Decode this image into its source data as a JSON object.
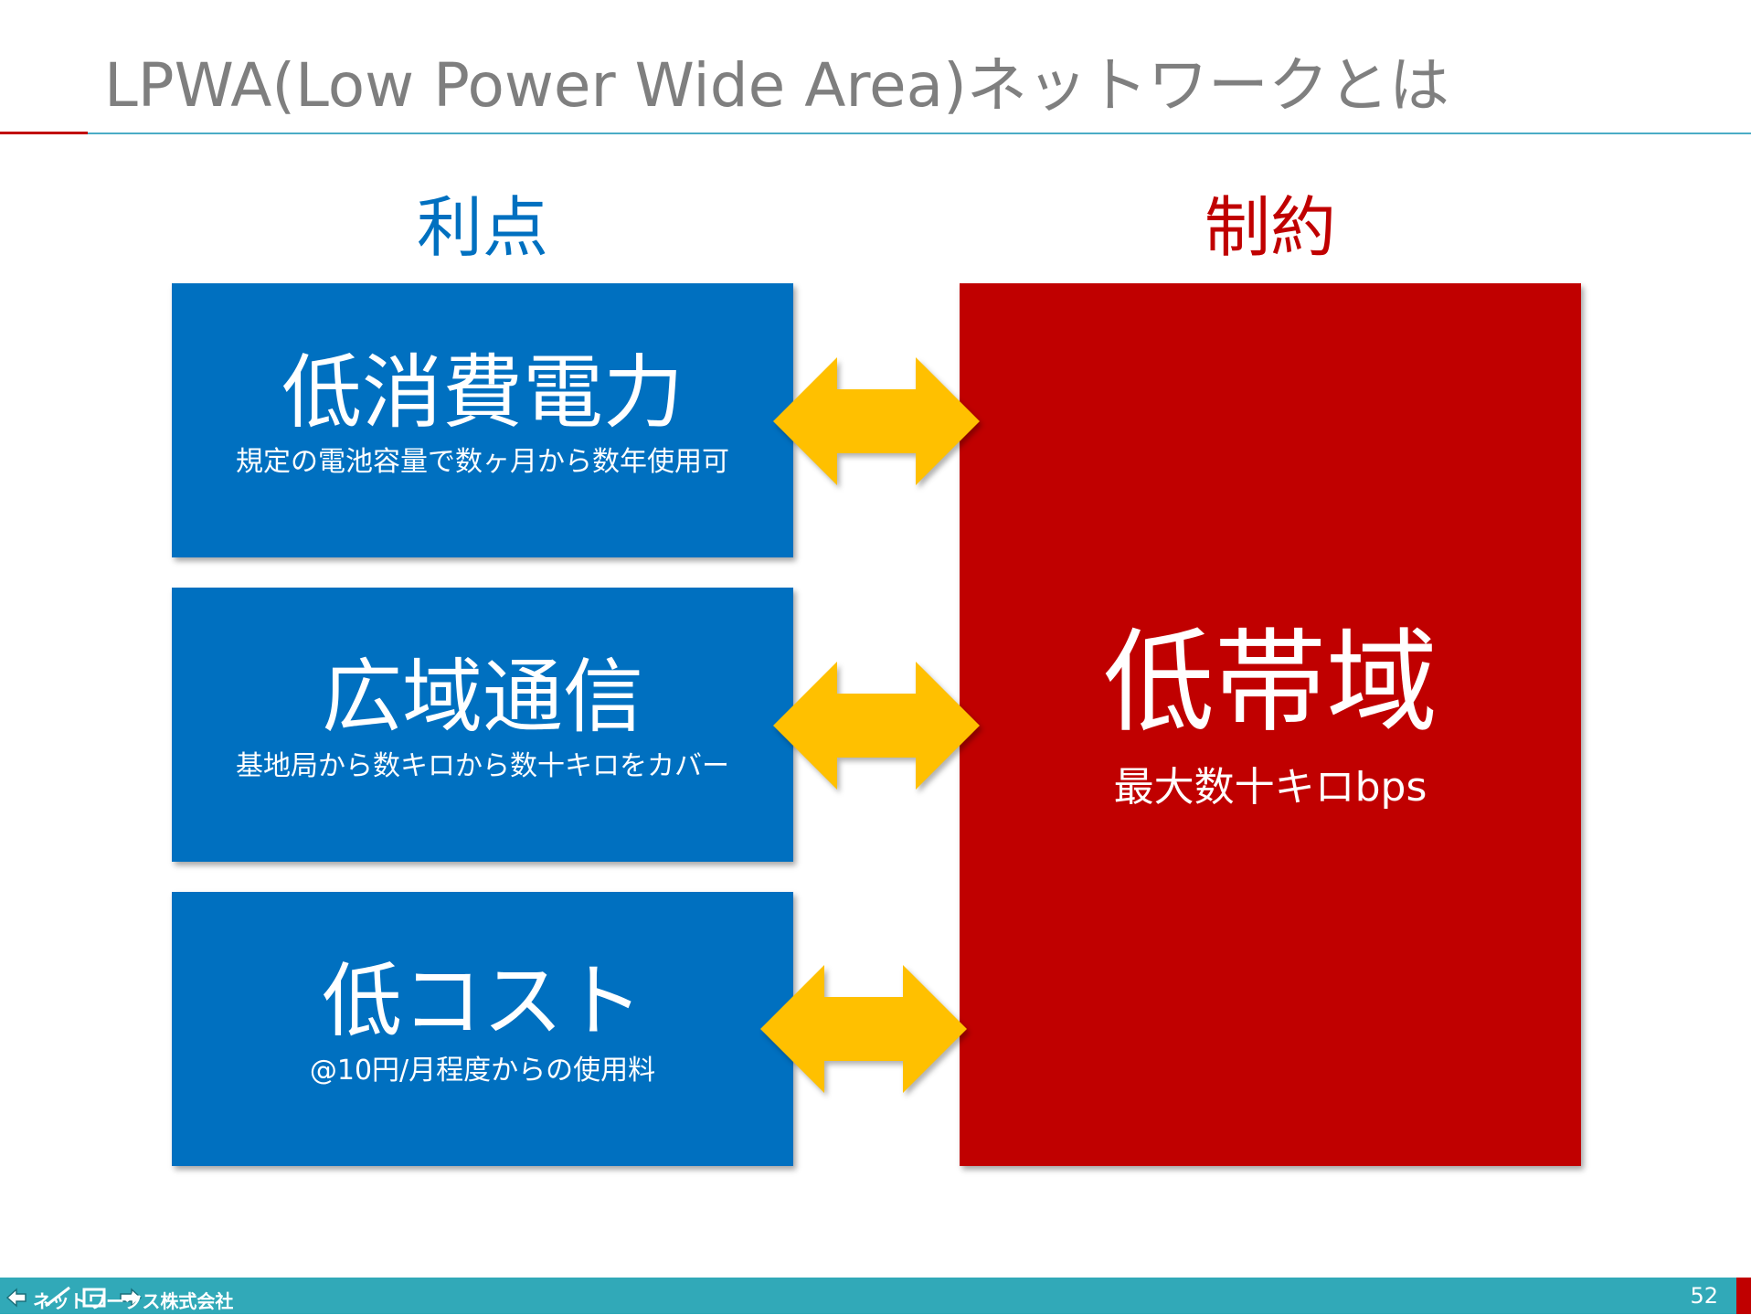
{
  "slide": {
    "title": "LPWA(Low Power Wide Area)ネットワークとは",
    "page_number": "52"
  },
  "advantages": {
    "heading": "利点",
    "items": [
      {
        "title": "低消費電力",
        "detail": "規定の電池容量で数ヶ月から数年使用可"
      },
      {
        "title": "広域通信",
        "detail": "基地局から数キロから数十キロをカバー"
      },
      {
        "title": "低コスト",
        "detail": "@10円/月程度からの使用料"
      }
    ]
  },
  "constraints": {
    "heading": "制約",
    "title": "低帯域",
    "detail": "最大数十キロbps"
  },
  "footer": {
    "company": "ネットワークス株式会社"
  },
  "colors": {
    "advantage_blue": "#0070c0",
    "constraint_red": "#c00000",
    "arrow_yellow": "#ffc000",
    "footer_teal": "#31a9b8",
    "title_gray": "#7f7f7f"
  },
  "icons": {
    "arrows": "double-headed-arrow-icon",
    "footer_logo": "company-logo-icon"
  }
}
